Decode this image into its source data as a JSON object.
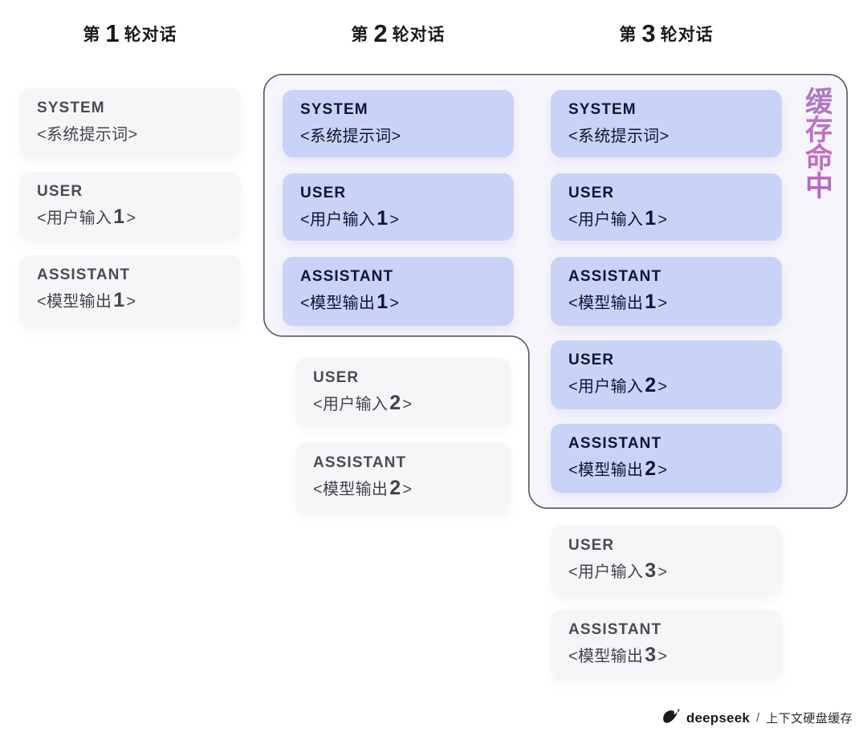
{
  "headers": [
    {
      "prefix": "第",
      "number": "1",
      "suffix": "轮对话"
    },
    {
      "prefix": "第",
      "number": "2",
      "suffix": "轮对话"
    },
    {
      "prefix": "第",
      "number": "3",
      "suffix": "轮对话"
    }
  ],
  "cache": {
    "label": "缓存命中",
    "label_color": "#b06fc4",
    "fill_color": "#f7f5fc",
    "border_color": "#5b5566"
  },
  "colors": {
    "card_gray": "#f6f6f8",
    "card_blue": "#c9d3f7",
    "text_dark": "#101432",
    "text_gray": "#43434b"
  },
  "columns": [
    {
      "name": "turn-1",
      "cards": [
        {
          "role": "SYSTEM",
          "content": "<系统提示词>",
          "num": "",
          "tail": "",
          "style": "gray"
        },
        {
          "role": "USER",
          "content": "<用户输入",
          "num": "1",
          "tail": ">",
          "style": "gray"
        },
        {
          "role": "ASSISTANT",
          "content": "<模型输出",
          "num": "1",
          "tail": ">",
          "style": "gray"
        }
      ]
    },
    {
      "name": "turn-2",
      "cards": [
        {
          "role": "SYSTEM",
          "content": "<系统提示词>",
          "num": "",
          "tail": "",
          "style": "blue"
        },
        {
          "role": "USER",
          "content": "<用户输入",
          "num": "1",
          "tail": ">",
          "style": "blue"
        },
        {
          "role": "ASSISTANT",
          "content": "<模型输出",
          "num": "1",
          "tail": ">",
          "style": "blue"
        },
        {
          "role": "USER",
          "content": "<用户输入",
          "num": "2",
          "tail": ">",
          "style": "gray"
        },
        {
          "role": "ASSISTANT",
          "content": "<模型输出",
          "num": "2",
          "tail": ">",
          "style": "gray"
        }
      ]
    },
    {
      "name": "turn-3",
      "cards": [
        {
          "role": "SYSTEM",
          "content": "<系统提示词>",
          "num": "",
          "tail": "",
          "style": "blue"
        },
        {
          "role": "USER",
          "content": "<用户输入",
          "num": "1",
          "tail": ">",
          "style": "blue"
        },
        {
          "role": "ASSISTANT",
          "content": "<模型输出",
          "num": "1",
          "tail": ">",
          "style": "blue"
        },
        {
          "role": "USER",
          "content": "<用户输入",
          "num": "2",
          "tail": ">",
          "style": "blue"
        },
        {
          "role": "ASSISTANT",
          "content": "<模型输出",
          "num": "2",
          "tail": ">",
          "style": "blue"
        },
        {
          "role": "USER",
          "content": "<用户输入",
          "num": "3",
          "tail": ">",
          "style": "gray"
        },
        {
          "role": "ASSISTANT",
          "content": "<模型输出",
          "num": "3",
          "tail": ">",
          "style": "gray"
        }
      ]
    }
  ],
  "footer": {
    "logo": "whale-icon",
    "brand": "deepseek",
    "separator": "/",
    "caption": "上下文硬盘缓存"
  }
}
